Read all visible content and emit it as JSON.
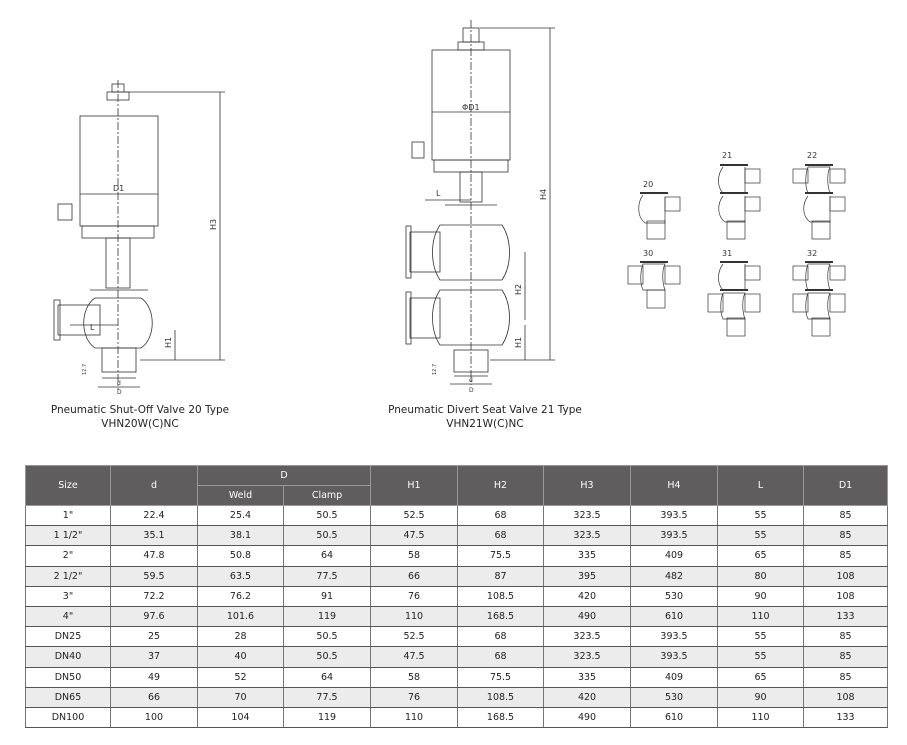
{
  "drawings": {
    "valve20": {
      "caption": "Pneumatic Shut-Off Valve 20 Type",
      "model": "VHN20W(C)NC",
      "labels": {
        "D1": "D1",
        "H3": "H3",
        "L": "L",
        "H1": "H1",
        "d": "d",
        "D": "D",
        "dim": "12.7"
      }
    },
    "valve21": {
      "caption": "Pneumatic Divert Seat Valve 21 Type",
      "model": "VHN21W(C)NC",
      "labels": {
        "D1": "ΦD1",
        "H4": "H4",
        "L": "L",
        "H2": "H2",
        "H1": "H1",
        "d": "d",
        "D": "D",
        "dim": "12.7"
      }
    },
    "configs": [
      "20",
      "21",
      "22",
      "30",
      "31",
      "32"
    ]
  },
  "table": {
    "headers": {
      "size": "Size",
      "d": "d",
      "D": "D",
      "weld": "Weld",
      "clamp": "Clamp",
      "H1": "H1",
      "H2": "H2",
      "H3": "H3",
      "H4": "H4",
      "L": "L",
      "D1": "D1"
    },
    "rows": [
      [
        "1\"",
        "22.4",
        "25.4",
        "50.5",
        "52.5",
        "68",
        "323.5",
        "393.5",
        "55",
        "85"
      ],
      [
        "1 1/2\"",
        "35.1",
        "38.1",
        "50.5",
        "47.5",
        "68",
        "323.5",
        "393.5",
        "55",
        "85"
      ],
      [
        "2\"",
        "47.8",
        "50.8",
        "64",
        "58",
        "75.5",
        "335",
        "409",
        "65",
        "85"
      ],
      [
        "2 1/2\"",
        "59.5",
        "63.5",
        "77.5",
        "66",
        "87",
        "395",
        "482",
        "80",
        "108"
      ],
      [
        "3\"",
        "72.2",
        "76.2",
        "91",
        "76",
        "108.5",
        "420",
        "530",
        "90",
        "108"
      ],
      [
        "4\"",
        "97.6",
        "101.6",
        "119",
        "110",
        "168.5",
        "490",
        "610",
        "110",
        "133"
      ],
      [
        "DN25",
        "25",
        "28",
        "50.5",
        "52.5",
        "68",
        "323.5",
        "393.5",
        "55",
        "85"
      ],
      [
        "DN40",
        "37",
        "40",
        "50.5",
        "47.5",
        "68",
        "323.5",
        "393.5",
        "55",
        "85"
      ],
      [
        "DN50",
        "49",
        "52",
        "64",
        "58",
        "75.5",
        "335",
        "409",
        "65",
        "85"
      ],
      [
        "DN65",
        "66",
        "70",
        "77.5",
        "76",
        "108.5",
        "420",
        "530",
        "90",
        "108"
      ],
      [
        "DN100",
        "100",
        "104",
        "119",
        "110",
        "168.5",
        "490",
        "610",
        "110",
        "133"
      ]
    ]
  }
}
